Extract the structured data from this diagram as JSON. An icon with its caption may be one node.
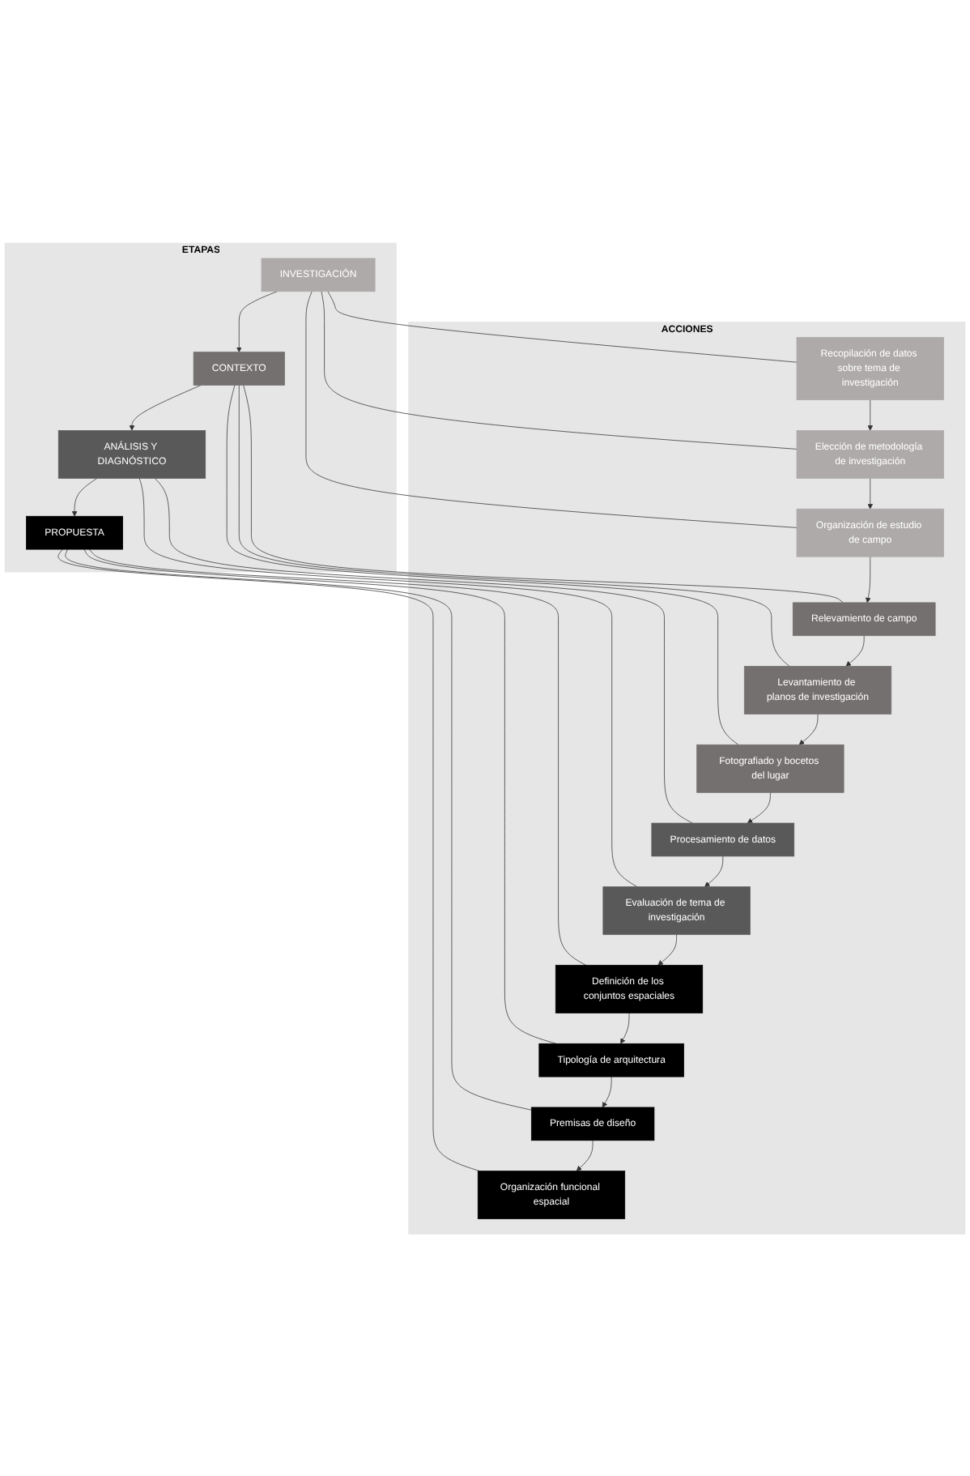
{
  "diagram": {
    "nodes": [
      {
        "text": [
          "ETAPAS"
        ]
      },
      {
        "text": [
          "ACCIONES"
        ]
      },
      {
        "text": [
          "INVESTIGACIÓN"
        ],
        "in": 0
      },
      {
        "text": [
          "CONTEXTO"
        ],
        "in": 0
      },
      {
        "text": [
          "ANÁLISIS Y DIAGNÓSTICO"
        ],
        "in": 0
      },
      {
        "text": [
          "PROPUESTA"
        ],
        "in": 0
      },
      {
        "text": [
          "Recopilación de datos sobre tema de investigación"
        ],
        "in": 1
      },
      {
        "text": [
          "Elección de metodología de investigación"
        ],
        "in": 1
      },
      {
        "text": [
          "Organización de estudio de campo"
        ],
        "in": 1
      },
      {
        "text": [
          "Relevamiento de campo"
        ],
        "in": 1
      },
      {
        "text": [
          "Levantamiento de planos de investigación"
        ],
        "in": 1
      },
      {
        "text": [
          "Fotografiado y bocetos del lugar"
        ],
        "in": 1
      },
      {
        "text": [
          "Procesamiento de datos"
        ],
        "in": 1
      },
      {
        "text": [
          "Evaluación de tema de investigación"
        ],
        "in": 1
      },
      {
        "text": [
          "Definición de los conjuntos espaciales"
        ],
        "in": 1
      },
      {
        "text": [
          "Tipología de arquitectura"
        ],
        "in": 1
      },
      {
        "text": [
          "Premisas de diseño"
        ],
        "in": 1
      },
      {
        "text": [
          "Organización funcional espacial"
        ],
        "in": 1
      }
    ],
    "edges": [
      {
        "from": 2,
        "to": 3,
        "arrow": "to"
      },
      {
        "from": 3,
        "to": 4,
        "arrow": "to"
      },
      {
        "from": 4,
        "to": 5,
        "arrow": "to"
      },
      {
        "from": 2,
        "to": 6,
        "arrow": "none"
      },
      {
        "from": 2,
        "to": 7,
        "arrow": "none"
      },
      {
        "from": 2,
        "to": 8,
        "arrow": "none"
      },
      {
        "from": 3,
        "to": 9,
        "arrow": "none"
      },
      {
        "from": 3,
        "to": 10,
        "arrow": "none"
      },
      {
        "from": 3,
        "to": 11,
        "arrow": "none"
      },
      {
        "from": 4,
        "to": 12,
        "arrow": "none"
      },
      {
        "from": 4,
        "to": 13,
        "arrow": "none"
      },
      {
        "from": 5,
        "to": 14,
        "arrow": "none"
      },
      {
        "from": 5,
        "to": 15,
        "arrow": "none"
      },
      {
        "from": 5,
        "to": 16,
        "arrow": "none"
      },
      {
        "from": 5,
        "to": 17,
        "arrow": "none"
      },
      {
        "from": 6,
        "to": 7,
        "arrow": "to"
      },
      {
        "from": 7,
        "to": 8,
        "arrow": "to"
      },
      {
        "from": 8,
        "to": 9,
        "arrow": "to"
      },
      {
        "from": 9,
        "to": 10,
        "arrow": "to"
      },
      {
        "from": 10,
        "to": 11,
        "arrow": "to"
      },
      {
        "from": 11,
        "to": 12,
        "arrow": "to"
      },
      {
        "from": 12,
        "to": 13,
        "arrow": "to"
      },
      {
        "from": 13,
        "to": 14,
        "arrow": "to"
      },
      {
        "from": 14,
        "to": 15,
        "arrow": "to"
      },
      {
        "from": 15,
        "to": 16,
        "arrow": "to"
      },
      {
        "from": 16,
        "to": 17,
        "arrow": "to"
      }
    ]
  }
}
